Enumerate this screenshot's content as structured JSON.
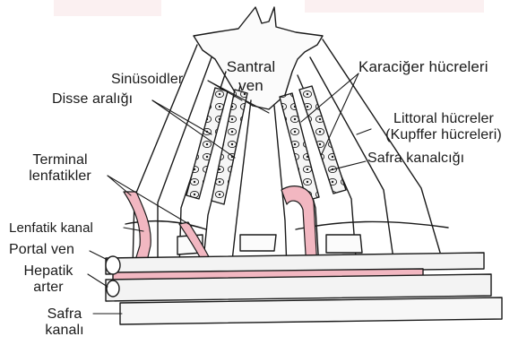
{
  "labels": {
    "central_vein": [
      "Santral",
      "ven"
    ],
    "sinusoids": "Sinüsoidler",
    "disse_space": "Disse aralığı",
    "terminal_lymphatics": [
      "Terminal",
      "lenfatikler"
    ],
    "lymph_channel": "Lenfatik kanal",
    "portal_vein": "Portal ven",
    "hepatic_artery": [
      "Hepatik",
      "arter"
    ],
    "bile_duct": [
      "Safra",
      "kanalı"
    ],
    "liver_cells": "Karaciğer hücreleri",
    "littoral_cells": [
      "Littoral hücreler",
      "(Kupffer hücreleri)"
    ],
    "bile_canaliculus": "Safra kanalcığı"
  },
  "colors": {
    "lymph_fill": "#f2b7c1",
    "outline": "#1a1a1a",
    "vessel_fill": "#f3f3f3",
    "background_wash": "#f7e3e6"
  }
}
